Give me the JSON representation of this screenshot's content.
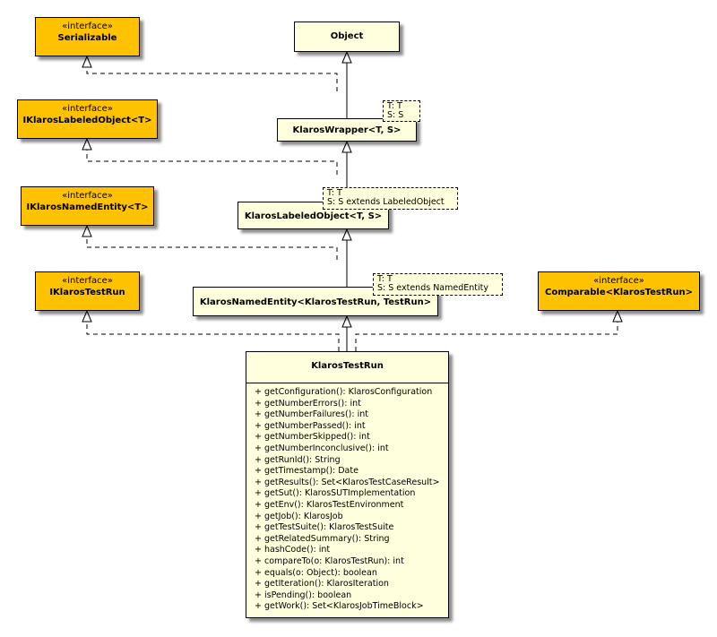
{
  "interfaces": {
    "serializable": {
      "stereotype": "«interface»",
      "name": "Serializable"
    },
    "labeled": {
      "stereotype": "«interface»",
      "name": "IKlarosLabeledObject<T>"
    },
    "named": {
      "stereotype": "«interface»",
      "name": "IKlarosNamedEntity<T>"
    },
    "testrun": {
      "stereotype": "«interface»",
      "name": "IKlarosTestRun"
    },
    "comparable": {
      "stereotype": "«interface»",
      "name": "Comparable<KlarosTestRun>"
    }
  },
  "classes": {
    "object": {
      "name": "Object"
    },
    "wrapper": {
      "name": "KlarosWrapper<T, S>",
      "params": [
        "T: T",
        "S: S"
      ]
    },
    "labeledObject": {
      "name": "KlarosLabeledObject<T, S>",
      "params": [
        "T: T",
        "S: S extends LabeledObject"
      ]
    },
    "namedEntity": {
      "name": "KlarosNamedEntity<KlarosTestRun, TestRun>",
      "params": [
        "T: T",
        "S: S extends NamedEntity"
      ]
    },
    "testRun": {
      "name": "KlarosTestRun",
      "methods": [
        "+ getConfiguration(): KlarosConfiguration",
        "+ getNumberErrors(): int",
        "+ getNumberFailures(): int",
        "+ getNumberPassed(): int",
        "+ getNumberSkipped(): int",
        "+ getNumberInconclusive(): int",
        "+ getRunId(): String",
        "+ getTimestamp(): Date",
        "+ getResults(): Set<KlarosTestCaseResult>",
        "+ getSut(): KlarosSUTImplementation",
        "+ getEnv(): KlarosTestEnvironment",
        "+ getJob(): KlarosJob",
        "+ getTestSuite(): KlarosTestSuite",
        "+ getRelatedSummary(): String",
        "+ hashCode(): int",
        "+ compareTo(o: KlarosTestRun): int",
        "+ equals(o: Object): boolean",
        "+ getIteration(): KlarosIteration",
        "+ isPending(): boolean",
        "+ getWork(): Set<KlarosJobTimeBlock>"
      ]
    }
  }
}
